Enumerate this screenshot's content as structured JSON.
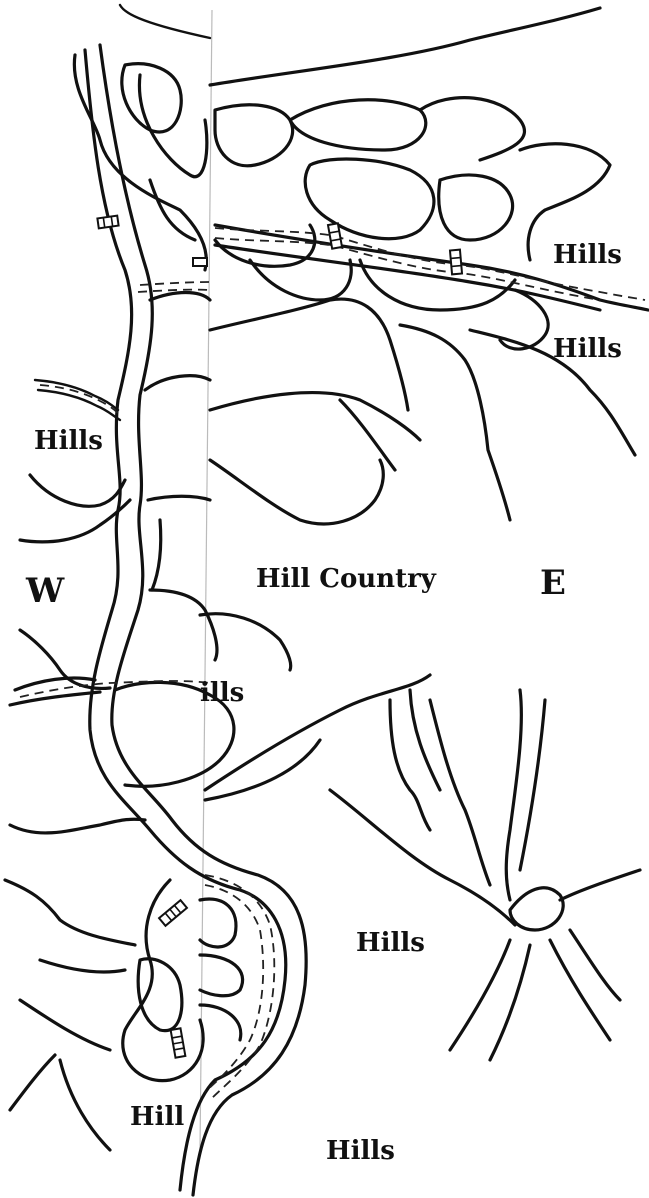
{
  "map": {
    "labels": {
      "hills_ne_upper": "Hills",
      "hills_ne_lower": "Hills",
      "hills_west": "Hills",
      "west": "W",
      "hill_country": "Hill Country",
      "east": "E",
      "hills_mid_partial": "ills",
      "hills_se": "Hills",
      "hill_sw": "Hill",
      "hills_bottom": "Hills"
    },
    "colors": {
      "ink": "#111111",
      "paper": "#ffffff"
    }
  }
}
